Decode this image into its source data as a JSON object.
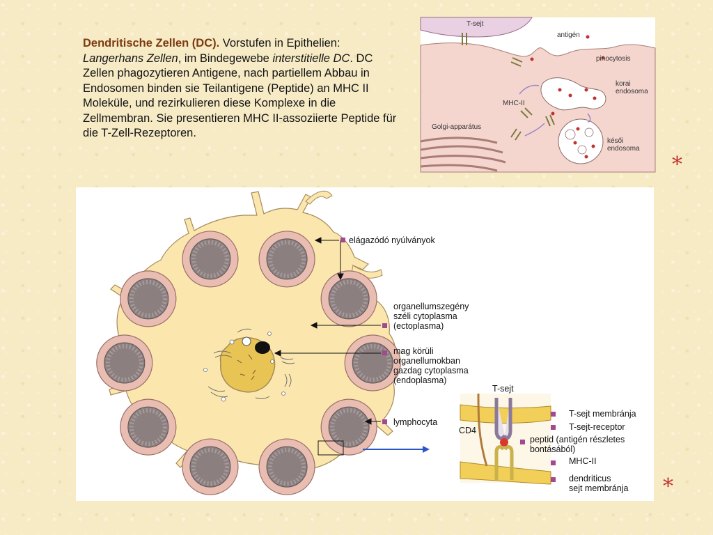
{
  "intro": {
    "title": "Dendritische Zellen (DC).",
    "t1": " Vorstufen in Epithelien: ",
    "i1": "Langerhans Zellen",
    "t2": ", im Bindegewebe ",
    "i2": "interstitielle DC",
    "t3": ". DC Zellen phagozytieren Antigene, nach partiellem Abbau in Endosomen binden sie Teilantigene (Peptide) an MHC II Moleküle, und rezirkulieren diese Komplexe in die Zellmembran. Sie presentieren MHC II-assoziierte Peptide für die T-Zell-Rezeptoren."
  },
  "top_figure": {
    "labels": {
      "t_cell": "T-sejt",
      "antigen": "antigén",
      "pinocytosis": "pinocytosis",
      "early_endosome": "korai\nendosoma",
      "mhc2": "MHC-II",
      "golgi": "Golgi-apparátus",
      "late_endosome": "késői\nendosoma"
    }
  },
  "main_figure": {
    "labels": {
      "branching": "elágazódó nyúlványok",
      "ectoplasm": "organellumszegény\nszéli cytoplasma\n(ectoplasma)",
      "endoplasm": "mag körüli\norganellumokban\ngazdag cytoplasma\n(endoplasma)",
      "lymphocyte": "lymphocyta"
    },
    "inset": {
      "t_cell": "T-sejt",
      "cd4": "CD4",
      "t_membrane": "T-sejt membránja",
      "t_receptor": "T-sejt-receptor",
      "peptide": "peptid (antigén részletes\nbontásából)",
      "mhc2": "MHC-II",
      "dc_membrane": "dendriticus\nsejt membránja"
    },
    "colors": {
      "cytoplasm": "#fbe7ad",
      "lymphocyte": "#e9bdb1",
      "nucleus": "#e8c455",
      "marker": "#a24a8f",
      "arrow_blue": "#2b55c9"
    }
  },
  "stars": [
    "*",
    "*"
  ]
}
